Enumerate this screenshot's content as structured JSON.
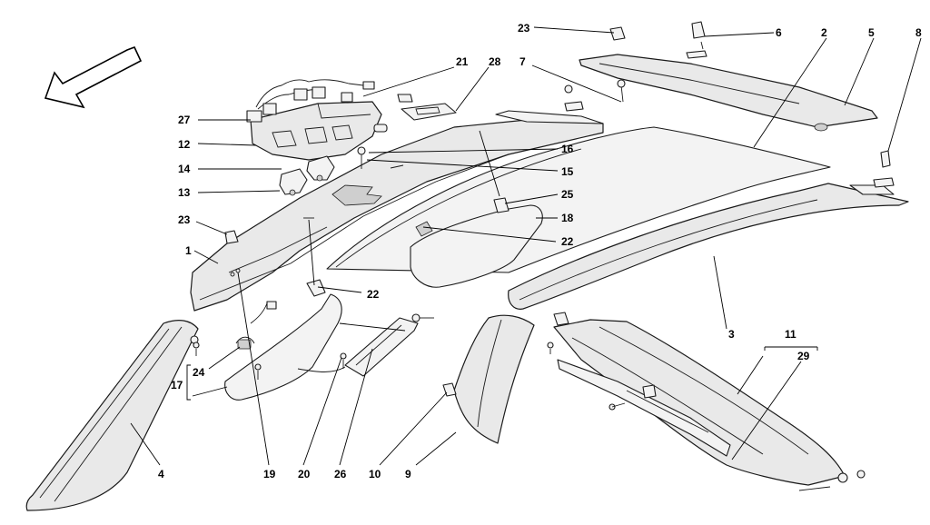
{
  "callouts": [
    {
      "id": "c1",
      "label": "1"
    },
    {
      "id": "c2",
      "label": "2"
    },
    {
      "id": "c3",
      "label": "3"
    },
    {
      "id": "c4",
      "label": "4"
    },
    {
      "id": "c5",
      "label": "5"
    },
    {
      "id": "c6",
      "label": "6"
    },
    {
      "id": "c7",
      "label": "7"
    },
    {
      "id": "c8",
      "label": "8"
    },
    {
      "id": "c9",
      "label": "9"
    },
    {
      "id": "c10",
      "label": "10"
    },
    {
      "id": "c11",
      "label": "11"
    },
    {
      "id": "c12",
      "label": "12"
    },
    {
      "id": "c13",
      "label": "13"
    },
    {
      "id": "c14",
      "label": "14"
    },
    {
      "id": "c15",
      "label": "15"
    },
    {
      "id": "c16",
      "label": "16"
    },
    {
      "id": "c17",
      "label": "17"
    },
    {
      "id": "c18",
      "label": "18"
    },
    {
      "id": "c19",
      "label": "19"
    },
    {
      "id": "c20",
      "label": "20"
    },
    {
      "id": "c21",
      "label": "21"
    },
    {
      "id": "c22a",
      "label": "22"
    },
    {
      "id": "c22b",
      "label": "22"
    },
    {
      "id": "c23a",
      "label": "23"
    },
    {
      "id": "c23b",
      "label": "23"
    },
    {
      "id": "c24",
      "label": "24"
    },
    {
      "id": "c25",
      "label": "25"
    },
    {
      "id": "c26",
      "label": "26"
    },
    {
      "id": "c27",
      "label": "27"
    },
    {
      "id": "c28",
      "label": "28"
    },
    {
      "id": "c29",
      "label": "29"
    }
  ],
  "icons": {
    "orientation_arrow": "direction-arrow-icon"
  },
  "colors": {
    "line": "#1a1a1a",
    "part_fill": "#e9e9e9",
    "background": "#ffffff"
  }
}
